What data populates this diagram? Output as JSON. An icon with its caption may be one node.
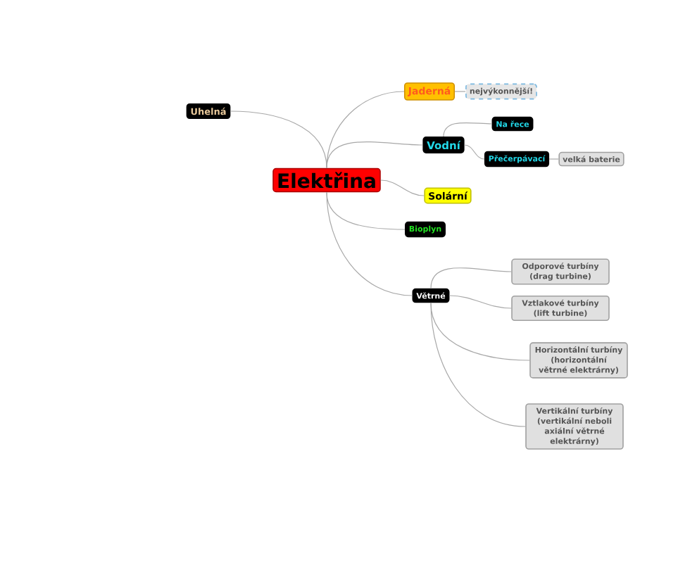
{
  "diagram": {
    "nodes": [
      {
        "text": [
          "Elektřina"
        ]
      },
      {
        "text": [
          "Uhelná"
        ]
      },
      {
        "text": [
          "Jaderná"
        ]
      },
      {
        "text": [
          "nejvýkonnější!"
        ]
      },
      {
        "text": [
          "Vodní"
        ]
      },
      {
        "text": [
          "Na řece"
        ]
      },
      {
        "text": [
          "Přečerpávací"
        ]
      },
      {
        "text": [
          "velká baterie"
        ]
      },
      {
        "text": [
          "Solární"
        ]
      },
      {
        "text": [
          "Bioplyn"
        ]
      },
      {
        "text": [
          "Větrné"
        ]
      },
      {
        "text": [
          "Odporové turbíny (drag turbine)"
        ]
      },
      {
        "text": [
          "Vztlakové turbíny (lift turbine)"
        ]
      },
      {
        "text": [
          "Horizontální turbíny (horizontální větrné elektrárny)"
        ]
      },
      {
        "text": [
          "Vertikální turbíny (vertikální neboli axiální větrné elektrárny)"
        ]
      }
    ],
    "edges": [
      {
        "from": 0,
        "to": 1,
        "arrow": "none"
      },
      {
        "from": 0,
        "to": 2,
        "arrow": "none"
      },
      {
        "from": 2,
        "to": 3,
        "arrow": "none"
      },
      {
        "from": 0,
        "to": 4,
        "arrow": "none"
      },
      {
        "from": 4,
        "to": 5,
        "arrow": "none"
      },
      {
        "from": 4,
        "to": 6,
        "arrow": "none"
      },
      {
        "from": 6,
        "to": 7,
        "arrow": "none"
      },
      {
        "from": 0,
        "to": 8,
        "arrow": "none"
      },
      {
        "from": 0,
        "to": 9,
        "arrow": "none"
      },
      {
        "from": 0,
        "to": 10,
        "arrow": "none"
      },
      {
        "from": 10,
        "to": 11,
        "arrow": "none"
      },
      {
        "from": 10,
        "to": 12,
        "arrow": "none"
      },
      {
        "from": 10,
        "to": 13,
        "arrow": "none"
      },
      {
        "from": 10,
        "to": 14,
        "arrow": "none"
      }
    ]
  }
}
